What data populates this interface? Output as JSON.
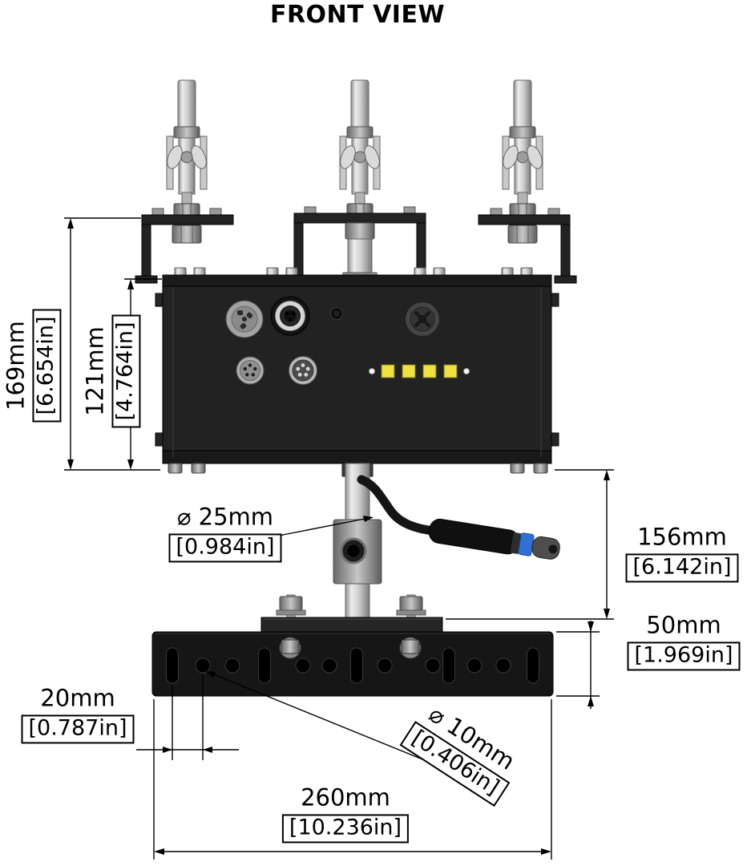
{
  "title": "FRONT VIEW",
  "labels": {
    "overall_height": {
      "mm": "169mm",
      "inch": "[6.654in]"
    },
    "box_height": {
      "mm": "121mm",
      "inch": "[4.764in]"
    },
    "pole_diameter": {
      "mm": "⌀ 25mm",
      "inch": "[0.984in]"
    },
    "lower_height": {
      "mm": "156mm",
      "inch": "[6.142in]"
    },
    "plate_height": {
      "mm": "50mm",
      "inch": "[1.969in]"
    },
    "hole_spacing": {
      "mm": "20mm",
      "inch": "[0.787in]"
    },
    "hole_diameter": {
      "mm": "⌀ 10mm",
      "inch": "[0.406in]"
    },
    "plate_width": {
      "mm": "260mm",
      "inch": "[10.236in]"
    }
  },
  "colors": {
    "background": "#ffffff",
    "line": "#000000",
    "device_body": "#222222",
    "plate": "#161616",
    "led_yellow": "#efe23e",
    "handle_blue": "#2f6fd6"
  }
}
